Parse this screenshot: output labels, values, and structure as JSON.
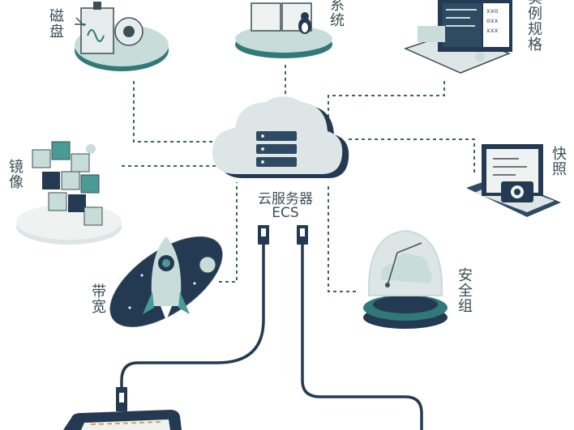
{
  "center": {
    "name": "云服务器",
    "code": "ECS"
  },
  "nodes": {
    "disk": "磁盘",
    "system": "系统",
    "instance_spec": "实例规格",
    "image": "镜像",
    "snapshot": "快照",
    "bandwidth": "带宽",
    "security_group": "安全组"
  },
  "colors": {
    "teal_dark": "#2f7a78",
    "teal": "#4a9a95",
    "teal_light": "#c8dcd9",
    "navy": "#243a52",
    "ground": "#dde5e6",
    "text": "#3b4f57"
  }
}
